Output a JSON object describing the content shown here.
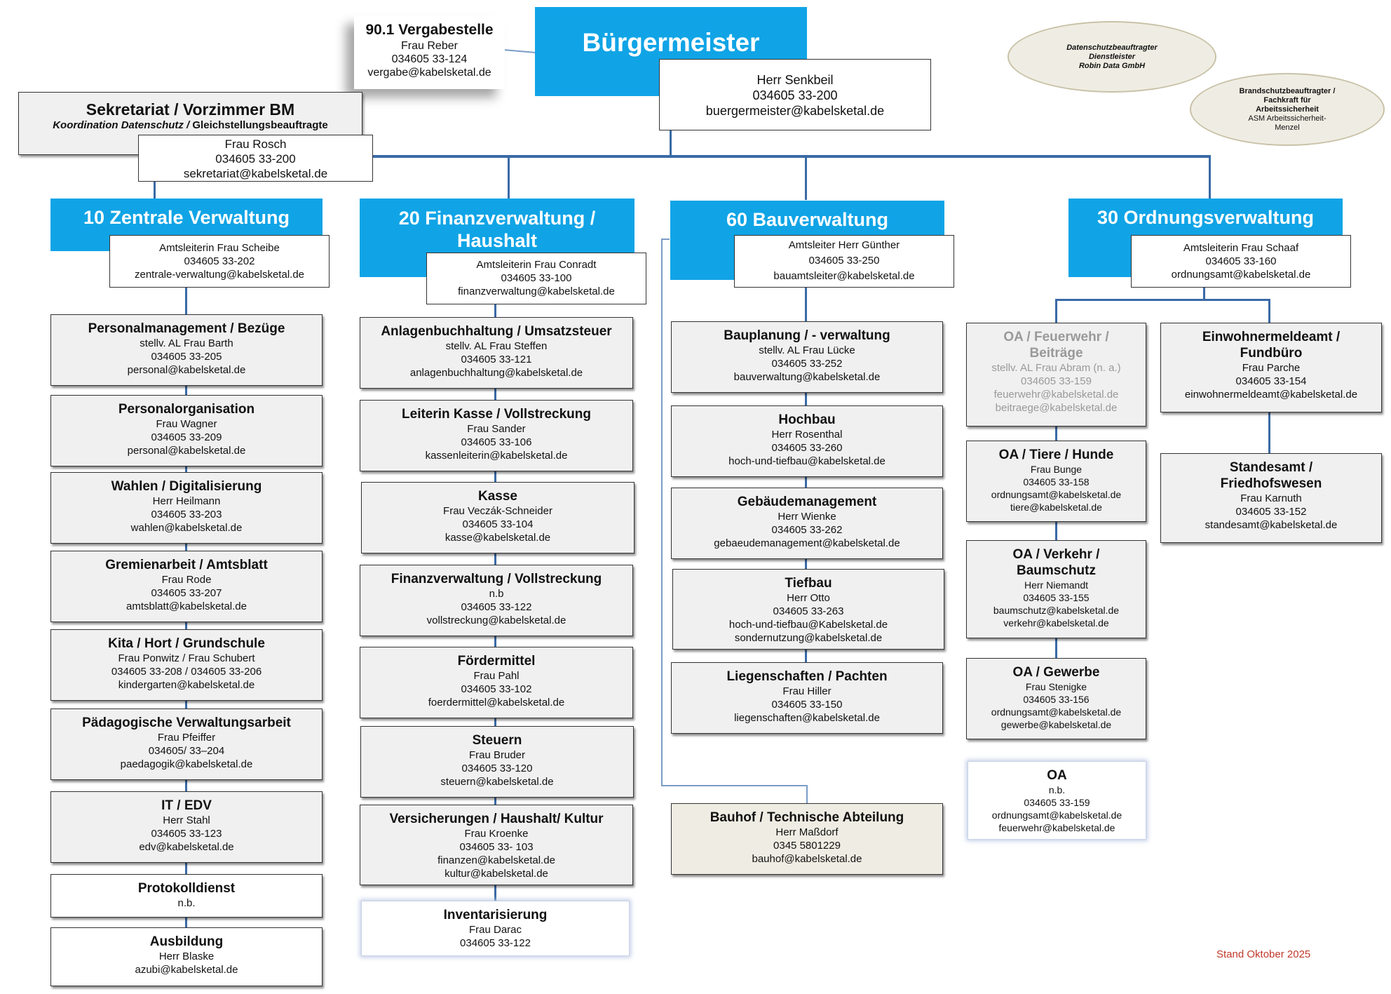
{
  "mayor": {
    "title": "Bürgermeister",
    "name": "Herr Senkbeil",
    "phone": "034605 33-200",
    "email": "buergermeister@kabelsketal.de"
  },
  "vergabe": {
    "title": "90.1 Vergabestelle",
    "name": "Frau Reber",
    "phone": "034605 33-124",
    "email": "vergabe@kabelsketal.de"
  },
  "sekretariat": {
    "title": "Sekretariat / Vorzimmer BM",
    "sub_italic": "Koordination Datenschutz /",
    "sub_plain": "Gleichstellungsbeauftragte",
    "name": "Frau Rosch",
    "phone": "034605 33-200",
    "email": "sekretariat@kabelsketal.de"
  },
  "datenschutz": {
    "line1": "Datenschutzbeauftragter",
    "line2": "Dienstleister",
    "line3": "Robin Data GmbH"
  },
  "brandschutz": {
    "line1": "Brandschutzbeauftragter /",
    "line2": "Fachkraft für",
    "line3": "Arbeitssicherheit",
    "line4": "ASM Arbeitssicherheit-",
    "line5": "Menzel"
  },
  "departments": [
    {
      "title": "10 Zentrale Verwaltung",
      "head": "Amtsleiterin Frau Scheibe",
      "phone": "034605 33-202",
      "email": "zentrale-verwaltung@kabelsketal.de",
      "units": [
        {
          "title": "Personalmanagement / Bezüge",
          "lines": [
            "stellv. AL Frau Barth",
            "034605 33-205",
            "personal@kabelsketal.de"
          ]
        },
        {
          "title": "Personalorganisation",
          "lines": [
            "Frau Wagner",
            "034605 33-209",
            "personal@kabelsketal.de"
          ]
        },
        {
          "title": "Wahlen / Digitalisierung",
          "lines": [
            "Herr Heilmann",
            "034605 33-203",
            "wahlen@kabelsketal.de"
          ]
        },
        {
          "title": "Gremienarbeit / Amtsblatt",
          "lines": [
            "Frau Rode",
            "034605 33-207",
            "amtsblatt@kabelsketal.de"
          ]
        },
        {
          "title": "Kita / Hort / Grundschule",
          "lines": [
            "Frau Ponwitz / Frau Schubert",
            "034605 33-208 / 034605 33-206",
            "kindergarten@kabelsketal.de"
          ]
        },
        {
          "title": "Pädagogische Verwaltungsarbeit",
          "lines": [
            "Frau Pfeiffer",
            "034605/ 33–204",
            "paedagogik@kabelsketal.de"
          ]
        },
        {
          "title": "IT / EDV",
          "lines": [
            "Herr Stahl",
            "034605 33-123",
            "edv@kabelsketal.de"
          ]
        },
        {
          "title": "Protokolldienst",
          "lines": [
            "n.b."
          ]
        },
        {
          "title": "Ausbildung",
          "lines": [
            "Herr Blaske",
            "azubi@kabelsketal.de"
          ]
        }
      ]
    },
    {
      "title": "20 Finanzverwaltung / Haushalt",
      "head": "Amtsleiterin Frau Conradt",
      "phone": "034605 33-100",
      "email": "finanzverwaltung@kabelsketal.de",
      "units": [
        {
          "title": "Anlagenbuchhaltung / Umsatzsteuer",
          "lines": [
            "stellv. AL Frau Steffen",
            "034605 33-121",
            "anlagenbuchhaltung@kabelsketal.de"
          ]
        },
        {
          "title": "Leiterin Kasse / Vollstreckung",
          "lines": [
            "Frau Sander",
            "034605 33-106",
            "kassenleiterin@kabelsketal.de"
          ]
        },
        {
          "title": "Kasse",
          "lines": [
            "Frau Veczák-Schneider",
            "034605 33-104",
            "kasse@kabelsketal.de"
          ]
        },
        {
          "title": "Finanzverwaltung / Vollstreckung",
          "lines": [
            "n.b",
            "034605 33-122",
            "vollstreckung@kabelsketal.de"
          ]
        },
        {
          "title": "Fördermittel",
          "lines": [
            "Frau Pahl",
            "034605 33-102",
            "foerdermittel@kabelsketal.de"
          ]
        },
        {
          "title": "Steuern",
          "lines": [
            "Frau Bruder",
            "034605 33-120",
            "steuern@kabelsketal.de"
          ]
        },
        {
          "title": "Versicherungen / Haushalt/ Kultur",
          "lines": [
            "Frau Kroenke",
            "034605 33- 103",
            "finanzen@kabelsketal.de",
            "kultur@kabelsketal.de"
          ]
        },
        {
          "title": "Inventarisierung",
          "lines": [
            "Frau Darac",
            "034605 33-122"
          ]
        }
      ]
    },
    {
      "title": "60 Bauverwaltung",
      "head": "Amtsleiter Herr Günther",
      "phone": "034605 33-250",
      "email": "bauamtsleiter@kabelsketal.de",
      "units": [
        {
          "title": "Bauplanung / - verwaltung",
          "lines": [
            "stellv. AL Frau Lücke",
            "034605 33-252",
            "bauverwaltung@kabelsketal.de"
          ]
        },
        {
          "title": "Hochbau",
          "lines": [
            "Herr Rosenthal",
            "034605 33-260",
            "hoch-und-tiefbau@kabelsketal.de"
          ]
        },
        {
          "title": "Gebäudemanagement",
          "lines": [
            "Herr Wienke",
            "034605 33-262",
            "gebaeudemanagement@kabelsketal.de"
          ]
        },
        {
          "title": "Tiefbau",
          "lines": [
            "Herr Otto",
            "034605 33-263",
            "hoch-und-tiefbau@Kabelsketal.de",
            "sondernutzung@kabelsketal.de"
          ]
        },
        {
          "title": "Liegenschaften / Pachten",
          "lines": [
            "Frau Hiller",
            "034605 33-150",
            "liegenschaften@kabelsketal.de"
          ]
        },
        {
          "title": "Bauhof / Technische Abteilung",
          "lines": [
            "Herr Maßdorf",
            "0345 5801229",
            "bauhof@kabelsketal.de"
          ]
        }
      ]
    },
    {
      "title": "30 Ordnungsverwaltung",
      "head": "Amtsleiterin Frau Schaaf",
      "phone": "034605 33-160",
      "email": "ordnungsamt@kabelsketal.de",
      "units": [
        {
          "title": "OA / Feuerwehr / Beiträge",
          "lines": [
            "stellv. AL Frau Abram (n. a.)",
            "034605 33-159",
            "feuerwehr@kabelsketal.de",
            "beitraege@kabelsketal.de"
          ]
        },
        {
          "title": "OA / Tiere / Hunde",
          "lines": [
            "Frau Bunge",
            "034605 33-158",
            "ordnungsamt@kabelsketal.de",
            "tiere@kabelsketal.de"
          ]
        },
        {
          "title": "OA / Verkehr / Baumschutz",
          "lines": [
            "Herr Niemandt",
            "034605 33-155",
            "baumschutz@kabelsketal.de",
            "verkehr@kabelsketal.de"
          ]
        },
        {
          "title": "OA / Gewerbe",
          "lines": [
            "Frau Stenigke",
            "034605 33-156",
            "ordnungsamt@kabelsketal.de",
            "gewerbe@kabelsketal.de"
          ]
        },
        {
          "title": "OA",
          "lines": [
            "n.b.",
            "034605 33-159",
            "ordnungsamt@kabelsketal.de",
            "feuerwehr@kabelsketal.de"
          ]
        },
        {
          "title": "Einwohnermeldeamt / Fundbüro",
          "lines": [
            "Frau Parche",
            "034605 33-154",
            "einwohnermeldeamt@kabelsketal.de"
          ]
        },
        {
          "title": "Standesamt / Friedhofswesen",
          "lines": [
            "Frau Karnuth",
            "034605 33-152",
            "standesamt@kabelsketal.de"
          ]
        }
      ]
    }
  ],
  "footer": {
    "stand": "Stand Oktober 2025"
  },
  "colors": {
    "header_blue": "#10a4e6",
    "connector": "#3a6aa6",
    "card_bg": "#f0f0f0",
    "bauhof_bg": "#efede3",
    "footer_red": "#c0392b"
  }
}
